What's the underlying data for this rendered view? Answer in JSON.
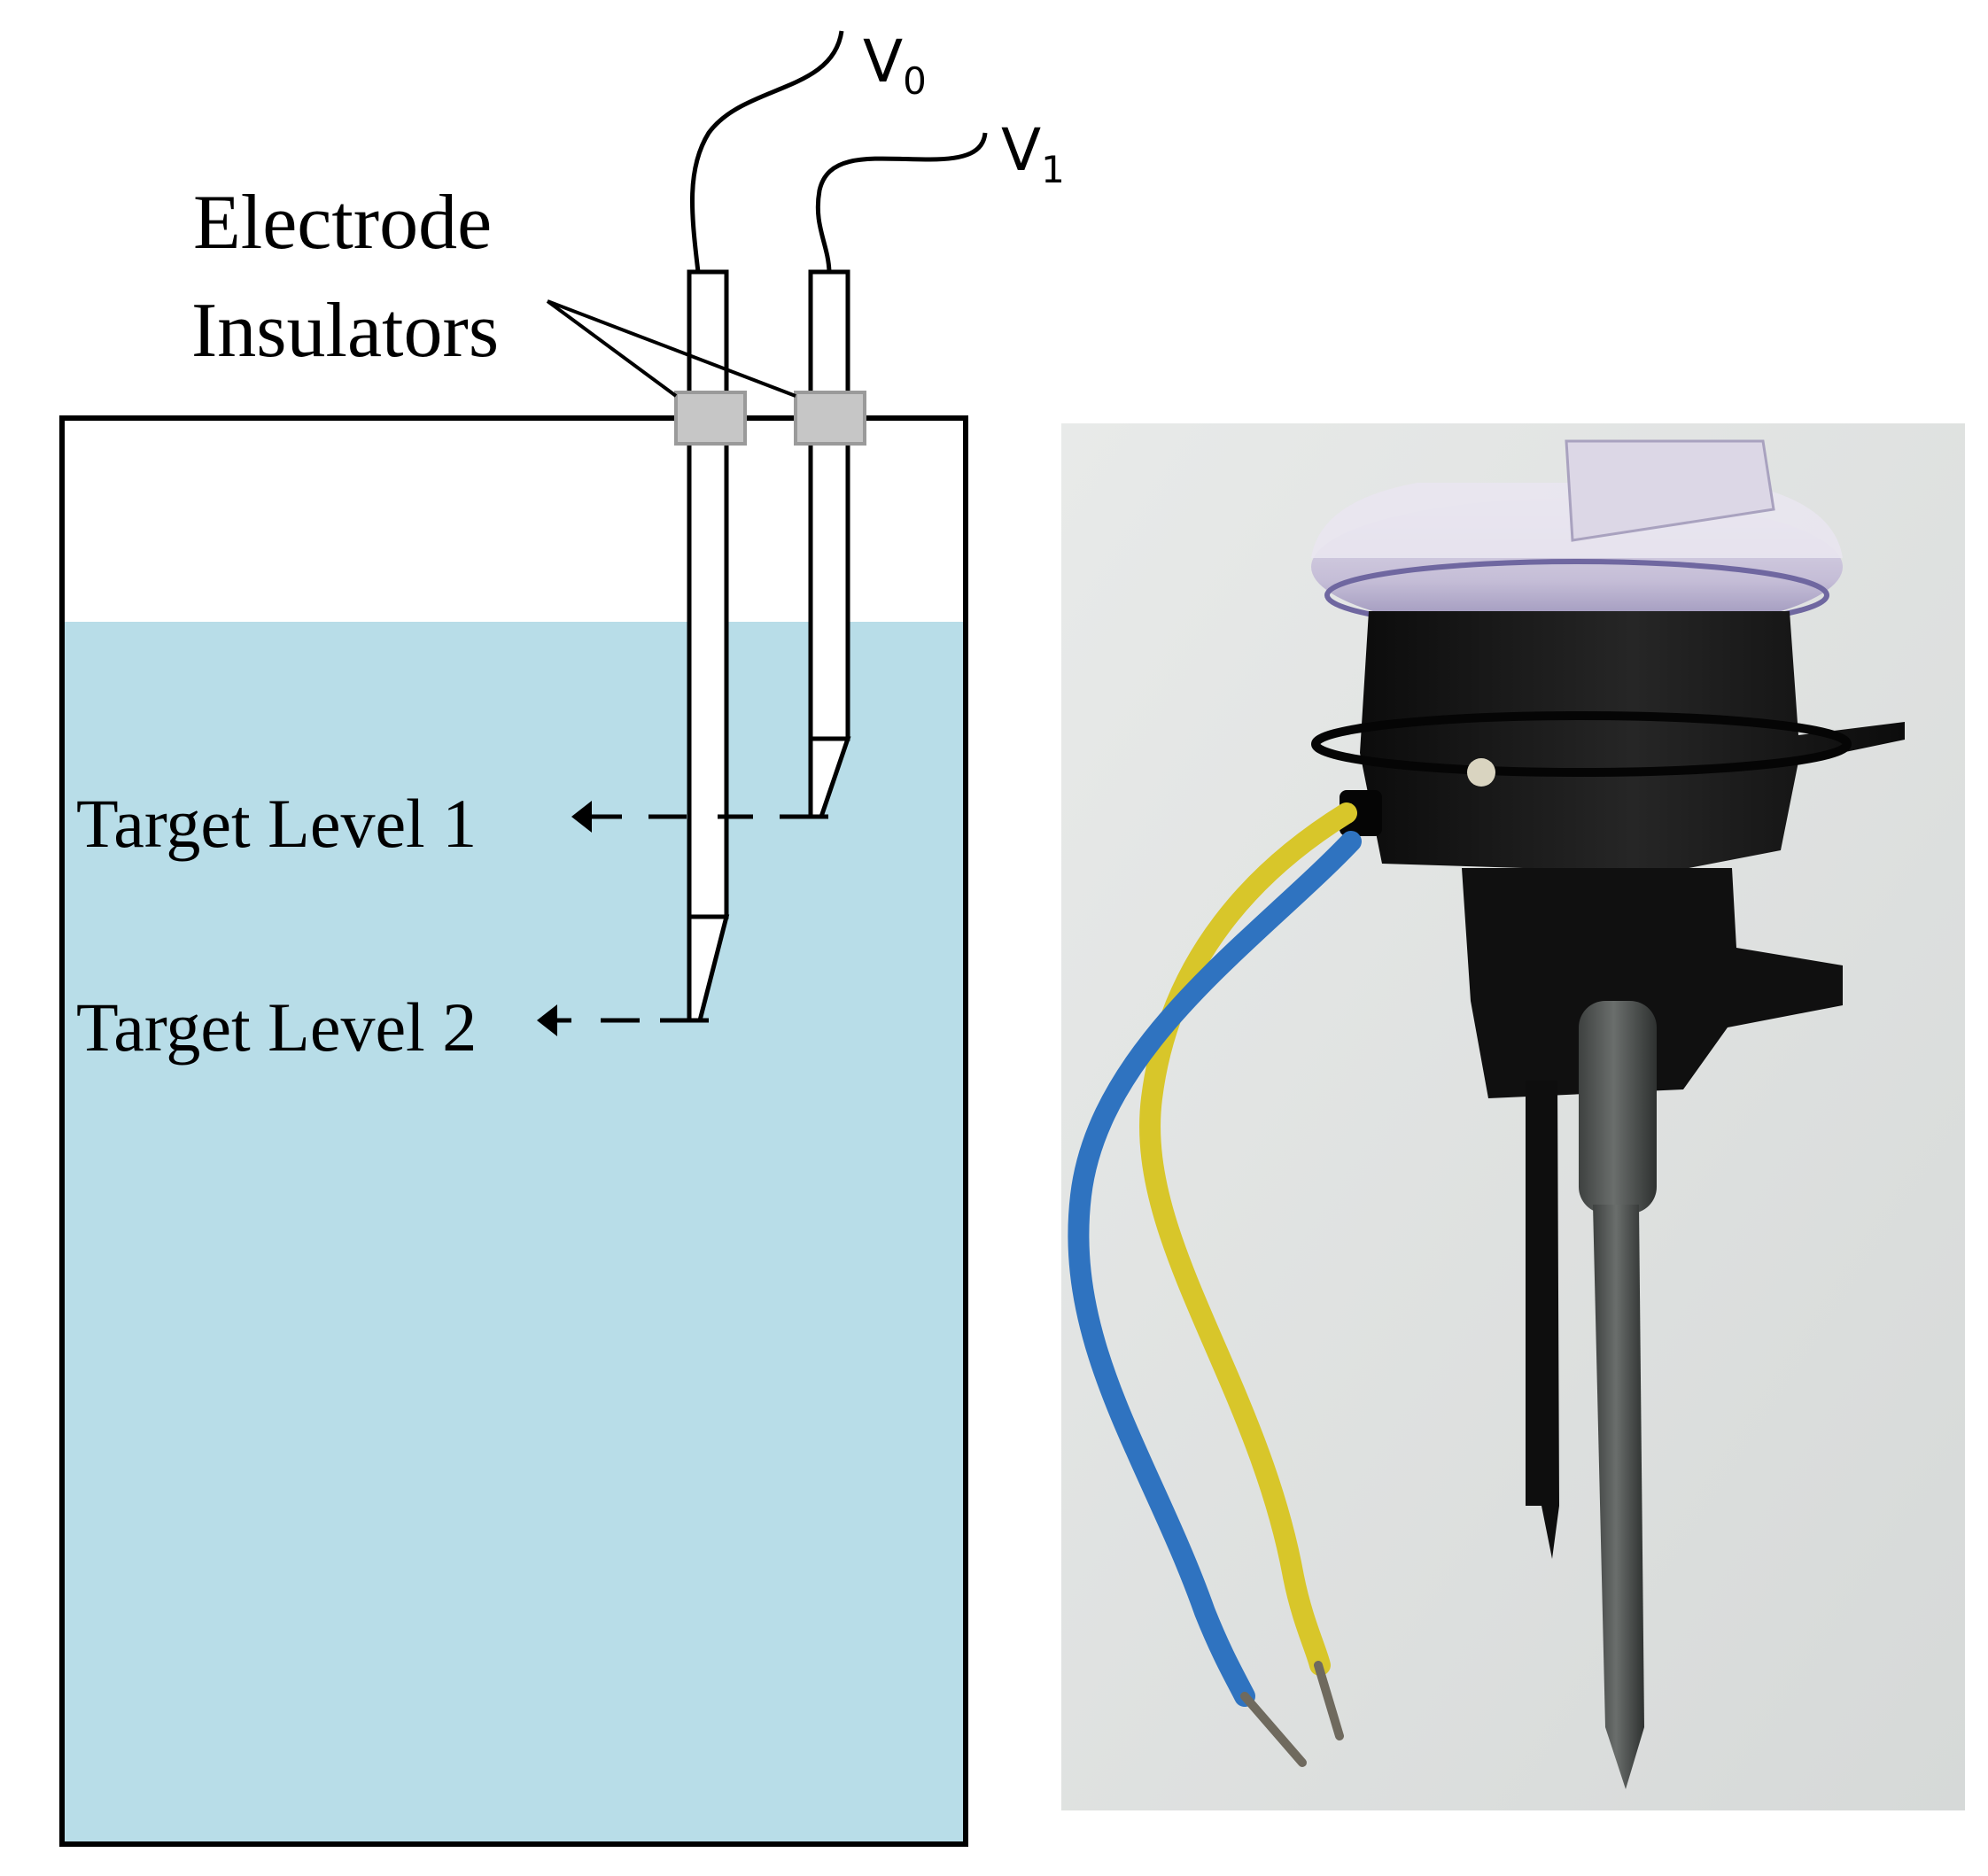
{
  "diagram": {
    "labels": {
      "v0_base": "V",
      "v0_sub": "0",
      "v1_base": "V",
      "v1_sub": "1",
      "electrode_line1": "Electrode",
      "electrode_line2": "Insulators",
      "target_level_1": "Target Level 1",
      "target_level_2": "Target Level 2"
    },
    "colors": {
      "water": "#b8dde8",
      "insulator_fill": "#c6c6c6",
      "insulator_stroke": "#9a9a9a",
      "outline": "#000000",
      "photo_background": "#e3e5e4",
      "wire_yellow": "#d8c62a",
      "wire_blue": "#2f73c0",
      "housing_black": "#141414",
      "lid_clear": "#cdc6dc"
    }
  }
}
